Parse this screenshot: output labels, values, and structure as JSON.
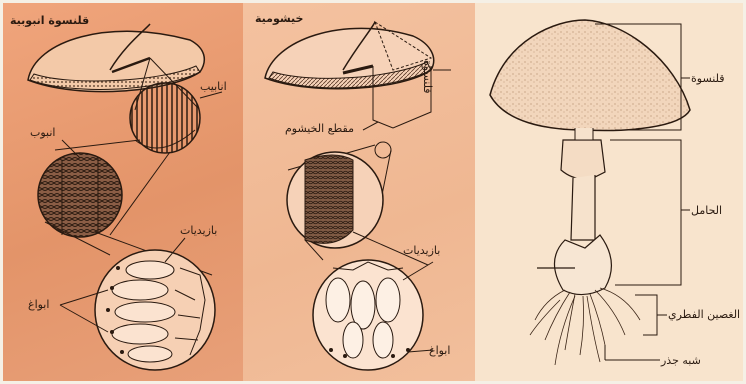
{
  "panels": {
    "tubular": {
      "title": "قلنسوة انبوبية",
      "labels": {
        "tubes": "انابيب",
        "tube": "انبوب",
        "basidia": "بازيديات",
        "spores": "ابواغ"
      }
    },
    "gilled": {
      "title": "خيشومية",
      "labels": {
        "cap": "قلنسوة",
        "gill_section": "مقطع الخيشوم",
        "basidia": "بازيديات",
        "spores": "ابواغ"
      }
    },
    "mushroom": {
      "labels": {
        "cap": "قلنسوة",
        "stalk": "الحامل",
        "hyphae": "الغصين الفطري",
        "rhizoid": "شبه جذر"
      }
    }
  },
  "colors": {
    "panel1": "#e8996f",
    "panel2": "#f1bc98",
    "panel3": "#f8e4cd",
    "ink": "#2a1a10"
  }
}
